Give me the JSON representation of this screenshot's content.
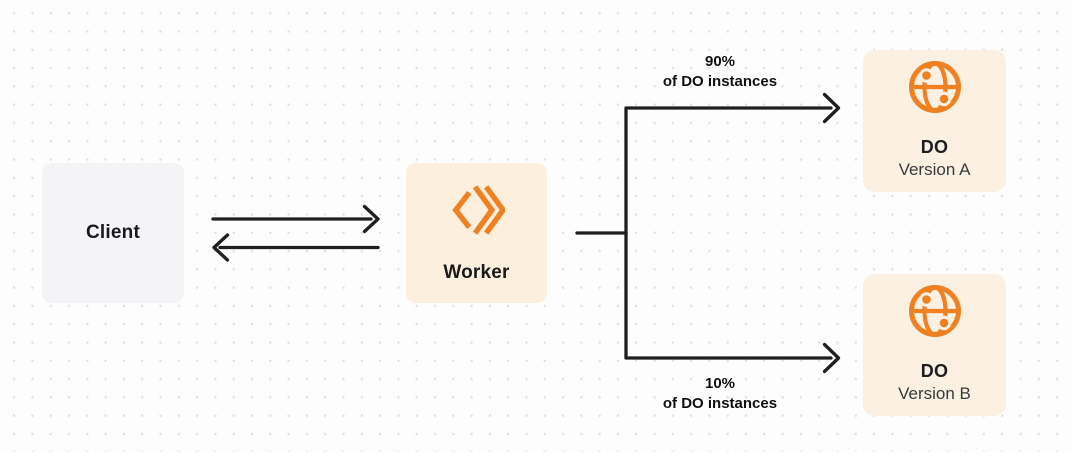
{
  "diagram": {
    "client": {
      "label": "Client"
    },
    "worker": {
      "label": "Worker"
    },
    "do_version_a": {
      "title": "DO",
      "subtitle": "Version A"
    },
    "do_version_b": {
      "title": "DO",
      "subtitle": "Version B"
    },
    "branch_top_label": {
      "line1": "90%",
      "line2": "of DO instances"
    },
    "branch_bottom_label": {
      "line1": "10%",
      "line2": "of DO instances"
    },
    "icons": {
      "worker": "workers-chevrons-icon",
      "do_a": "globe-icon",
      "do_b": "globe-icon"
    },
    "colors": {
      "accent_orange": "#ef8122",
      "cream_box": "#fcefdd",
      "do_box": "#fbf0e2",
      "gray_box": "#f4f4f6",
      "arrow": "#1f1f1f",
      "background": "#fdfdfd",
      "dot_grid": "#e2e2e3"
    }
  }
}
